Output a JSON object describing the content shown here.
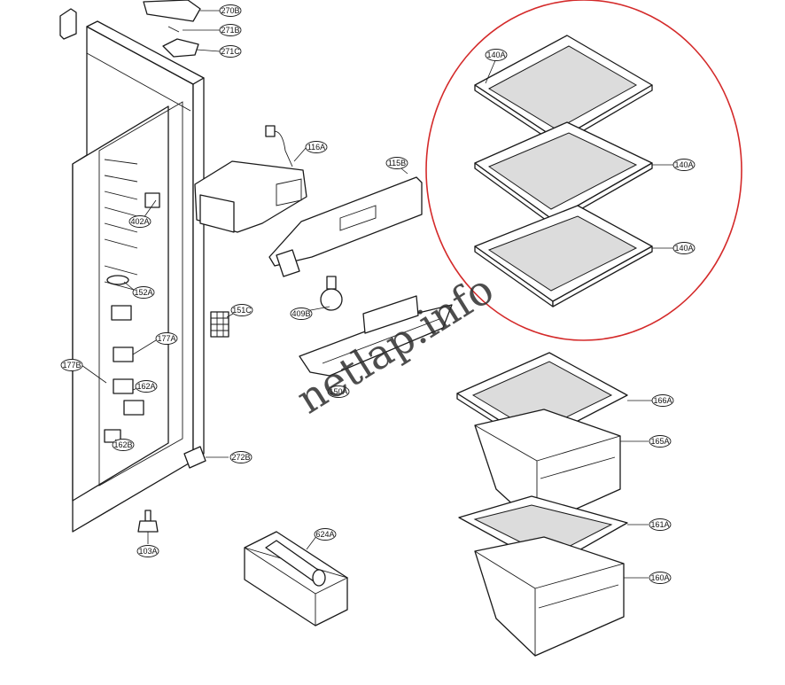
{
  "watermark": "netlap.info",
  "highlight_color": "#d42a2a",
  "callouts": [
    {
      "id": "c270b",
      "label": "270B"
    },
    {
      "id": "c271b",
      "label": "271B"
    },
    {
      "id": "c271c",
      "label": "271C"
    },
    {
      "id": "c116a",
      "label": "116A"
    },
    {
      "id": "c115b",
      "label": "115B"
    },
    {
      "id": "c402a",
      "label": "402A"
    },
    {
      "id": "c152a",
      "label": "152A"
    },
    {
      "id": "c151c",
      "label": "151C"
    },
    {
      "id": "c409b",
      "label": "409B"
    },
    {
      "id": "c177a",
      "label": "177A"
    },
    {
      "id": "c177b",
      "label": "177B"
    },
    {
      "id": "c162a",
      "label": "162A"
    },
    {
      "id": "c162b",
      "label": "162B"
    },
    {
      "id": "c272b",
      "label": "272B"
    },
    {
      "id": "c103a",
      "label": "103A"
    },
    {
      "id": "c624a",
      "label": "624A"
    },
    {
      "id": "c140a1",
      "label": "140A"
    },
    {
      "id": "c140a2",
      "label": "140A"
    },
    {
      "id": "c140a3",
      "label": "140A"
    },
    {
      "id": "c166a",
      "label": "166A"
    },
    {
      "id": "c165a",
      "label": "165A"
    },
    {
      "id": "c161a",
      "label": "161A"
    },
    {
      "id": "c160a",
      "label": "160A"
    },
    {
      "id": "c150a",
      "label": "150A"
    }
  ]
}
